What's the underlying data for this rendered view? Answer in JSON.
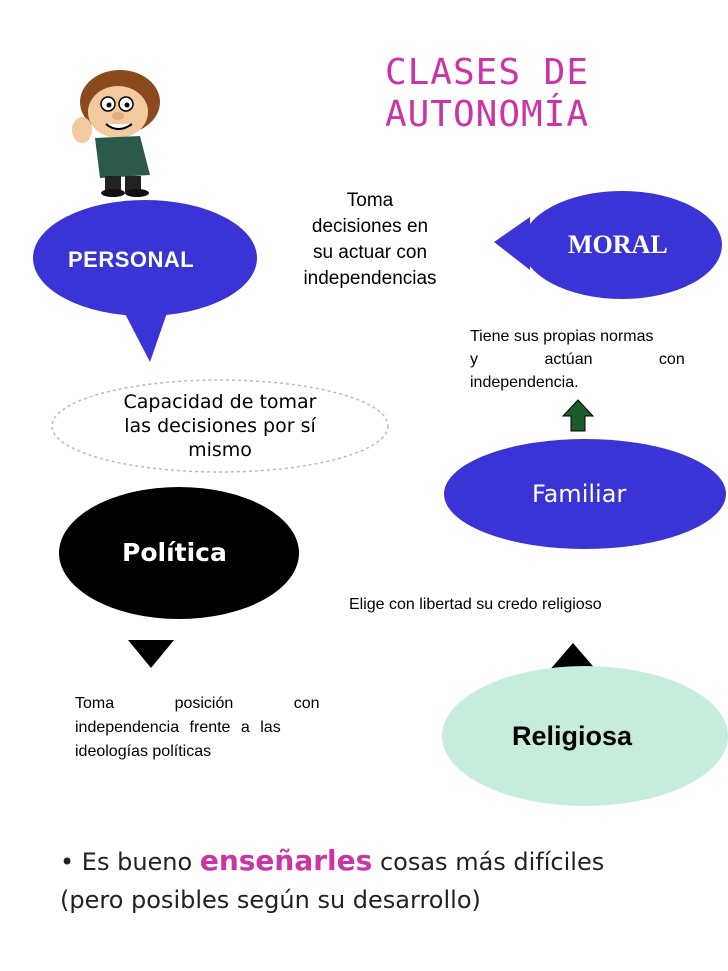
{
  "title_line1": "CLASES DE",
  "title_line2": "AUTONOMÍA",
  "personal": {
    "label": "PERSONAL"
  },
  "moral": {
    "label": "MORAL"
  },
  "center_desc": {
    "line1": "Toma",
    "line2": "decisiones en",
    "line3": "su actuar con",
    "line4": "independencias"
  },
  "moral_desc": {
    "line1": "Tiene sus propias normas",
    "line2": "y actúan con",
    "line3": "independencia."
  },
  "capacidad": {
    "line1": "Capacidad de tomar",
    "line2": "las decisiones por sí",
    "line3": "mismo"
  },
  "familiar": {
    "label": "Familiar"
  },
  "politica": {
    "label": "Política"
  },
  "religiosa_desc": "Elige con libertad su credo religioso",
  "politica_desc": {
    "line1": "Toma posición con",
    "line2": "independencia frente a las",
    "line3": "ideologías políticas"
  },
  "religiosa": {
    "label": "Religiosa"
  },
  "bottom": {
    "bullet": "•",
    "pre": "Es bueno",
    "highlight": "enseñarles",
    "post": "cosas más difíciles",
    "line2": "(pero posibles según su desarrollo)"
  },
  "colors": {
    "blue": "#3a34d6",
    "pink": "#cc33a6",
    "mint": "#c6ecdc",
    "black": "#000000",
    "green": "#1a5c2a"
  }
}
